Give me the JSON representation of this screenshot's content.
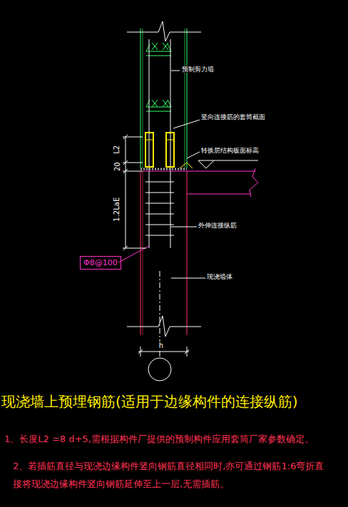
{
  "diagram": {
    "title": "现浇墙上预埋钢筋(适用于边缘构件的连接纵筋)",
    "nodes": [
      {
        "text": [
          "Φ8@100"
        ]
      }
    ],
    "labels": [
      "预制剪力墙",
      "竖向连接筋的套筒截面",
      "转换层结构板面标高",
      "外伸连接纵筋",
      "现浇墙体",
      "L2",
      "20",
      "1.2LaE",
      "h",
      "1、长度L2 =8 d+5,需根据构件厂提供的预制构件应用套筒厂家参数确定。",
      "2、若插筋直径与现浇边缘构件竖向钢筋直径相同时,亦可通过钢筋1:6弯折直接将现浇边缘构件竖向钢筋延伸至上一层,无需插筋。"
    ]
  }
}
